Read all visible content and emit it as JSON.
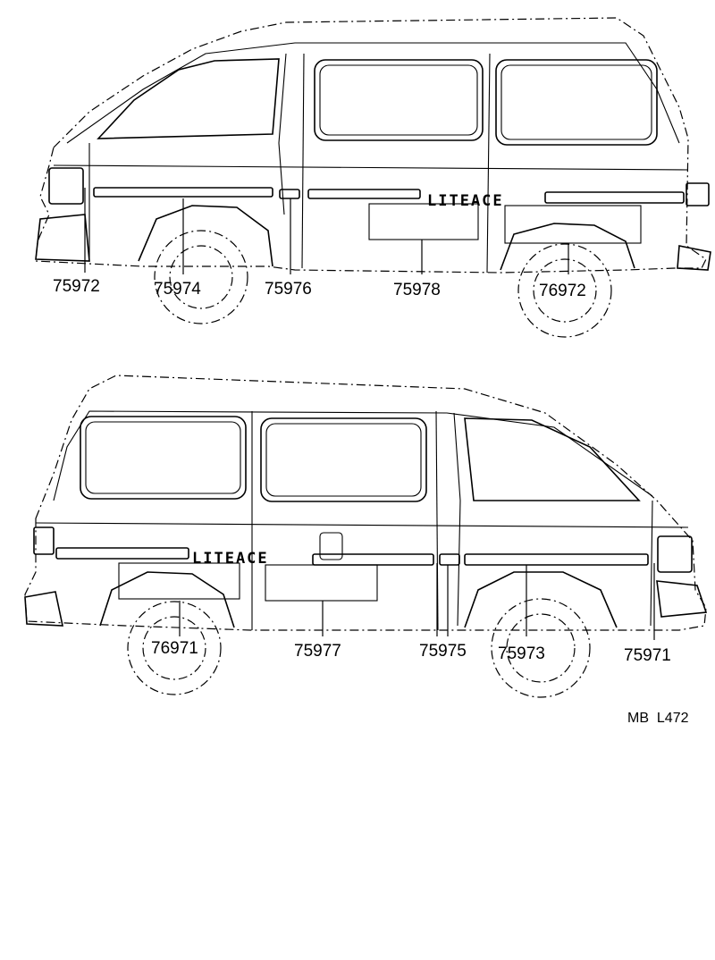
{
  "badge_text": "LITEACE",
  "top_view": {
    "callouts": [
      "75972",
      "75974",
      "75976",
      "75978",
      "76972"
    ]
  },
  "bottom_view": {
    "callouts": [
      "76971",
      "75977",
      "75975",
      "75973",
      "75971"
    ]
  },
  "drawing_code": "MB  L472"
}
